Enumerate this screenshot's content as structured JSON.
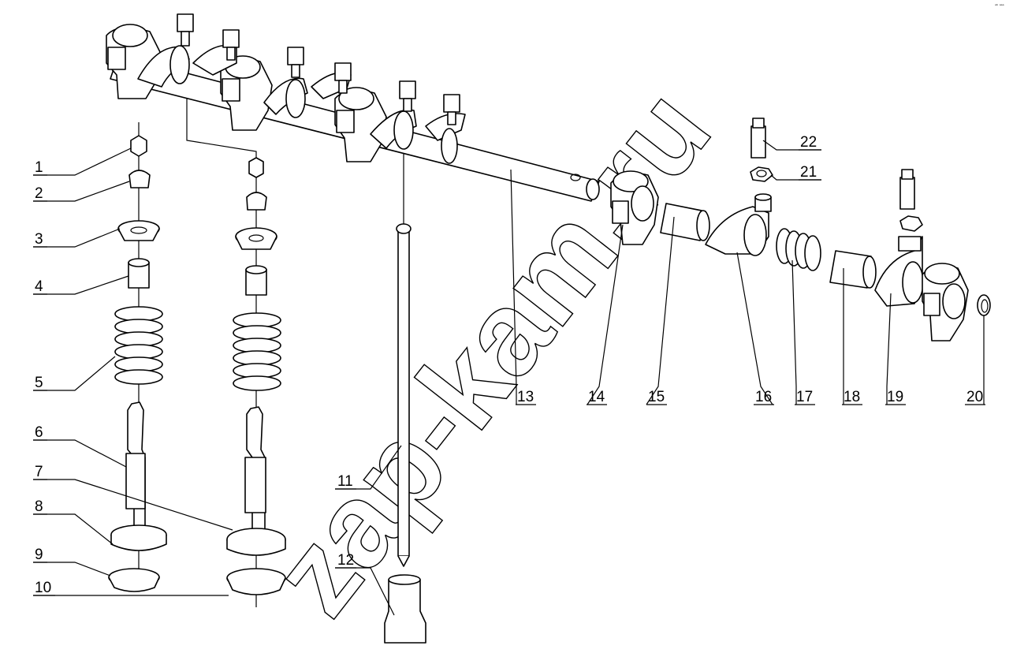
{
  "labels": [
    "1",
    "2",
    "3",
    "4",
    "5",
    "6",
    "7",
    "8",
    "9",
    "10",
    "11",
    "12",
    "13",
    "14",
    "15",
    "16",
    "17",
    "18",
    "19",
    "20",
    "21",
    "22"
  ],
  "watermark": "zap-kam.ru",
  "corner_mark": "ᵃᵇ ᵃᵃᵃ"
}
